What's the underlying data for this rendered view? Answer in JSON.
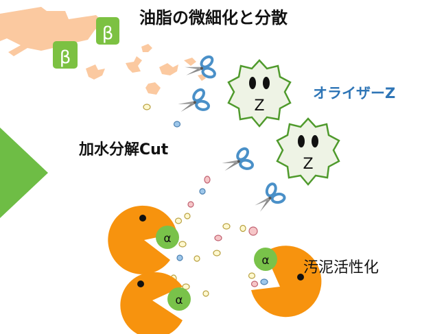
{
  "title": "油脂の微細化と分散",
  "enzyme_label": "オライザーZ",
  "hydrolysis_label": "加水分解Cut",
  "sludge_label": "汚泥活性化",
  "beta_symbol": "β",
  "alpha_symbol": "α",
  "z_symbol": "Z",
  "colors": {
    "grease": "#fbc9a0",
    "beta_box": "#7cc142",
    "arrow": "#6ebd45",
    "pacman": "#f7930e",
    "alpha_circle": "#79c24a",
    "enzyme_text": "#2e75b6",
    "scissor_blade": "#8a8a8a",
    "scissor_handle": "#4a90c8"
  }
}
